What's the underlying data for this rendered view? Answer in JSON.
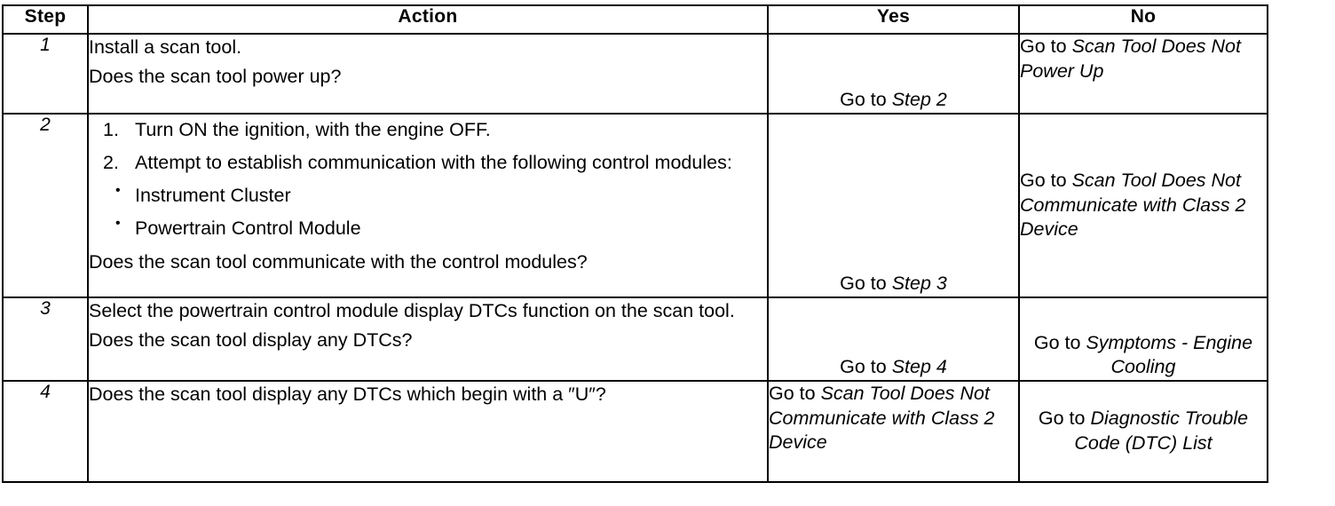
{
  "table": {
    "headers": {
      "step": "Step",
      "action": "Action",
      "yes": "Yes",
      "no": "No"
    },
    "rows": [
      {
        "step": "1",
        "action": {
          "lines": [
            "Install a scan tool.",
            "Does the scan tool power up?"
          ]
        },
        "yes": {
          "prefix": "Go to ",
          "target": "Step 2"
        },
        "no": {
          "prefix": "Go to ",
          "target": "Scan Tool Does Not Power Up"
        }
      },
      {
        "step": "2",
        "action": {
          "numbered": [
            {
              "num": "1.",
              "text": "Turn ON the ignition, with the engine OFF."
            },
            {
              "num": "2.",
              "text": "Attempt to establish communication with the following control modules:"
            }
          ],
          "bullets": [
            "Instrument Cluster",
            "Powertrain Control Module"
          ],
          "question": "Does the scan tool communicate with the control modules?"
        },
        "yes": {
          "prefix": "Go to ",
          "target": "Step 3"
        },
        "no": {
          "prefix": "Go to ",
          "target": "Scan Tool Does Not Communicate with Class 2 Device"
        }
      },
      {
        "step": "3",
        "action": {
          "lines": [
            "Select the powertrain control module display DTCs function on the scan tool.",
            "Does the scan tool display any DTCs?"
          ]
        },
        "yes": {
          "prefix": "Go to ",
          "target": "Step 4"
        },
        "no": {
          "prefix": "Go to ",
          "target": "Symptoms - Engine Cooling"
        }
      },
      {
        "step": "4",
        "action": {
          "lines": [
            "Does the scan tool display any DTCs which begin with a ″U″?"
          ]
        },
        "yes": {
          "prefix": "Go to ",
          "target": "Scan Tool Does Not Communicate with Class 2 Device"
        },
        "no": {
          "prefix": "Go to ",
          "target": "Diagnostic Trouble Code (DTC) List"
        }
      }
    ]
  },
  "glyphs": {
    "bullet": "•"
  },
  "colors": {
    "ink": "#000000",
    "paper": "#ffffff"
  }
}
